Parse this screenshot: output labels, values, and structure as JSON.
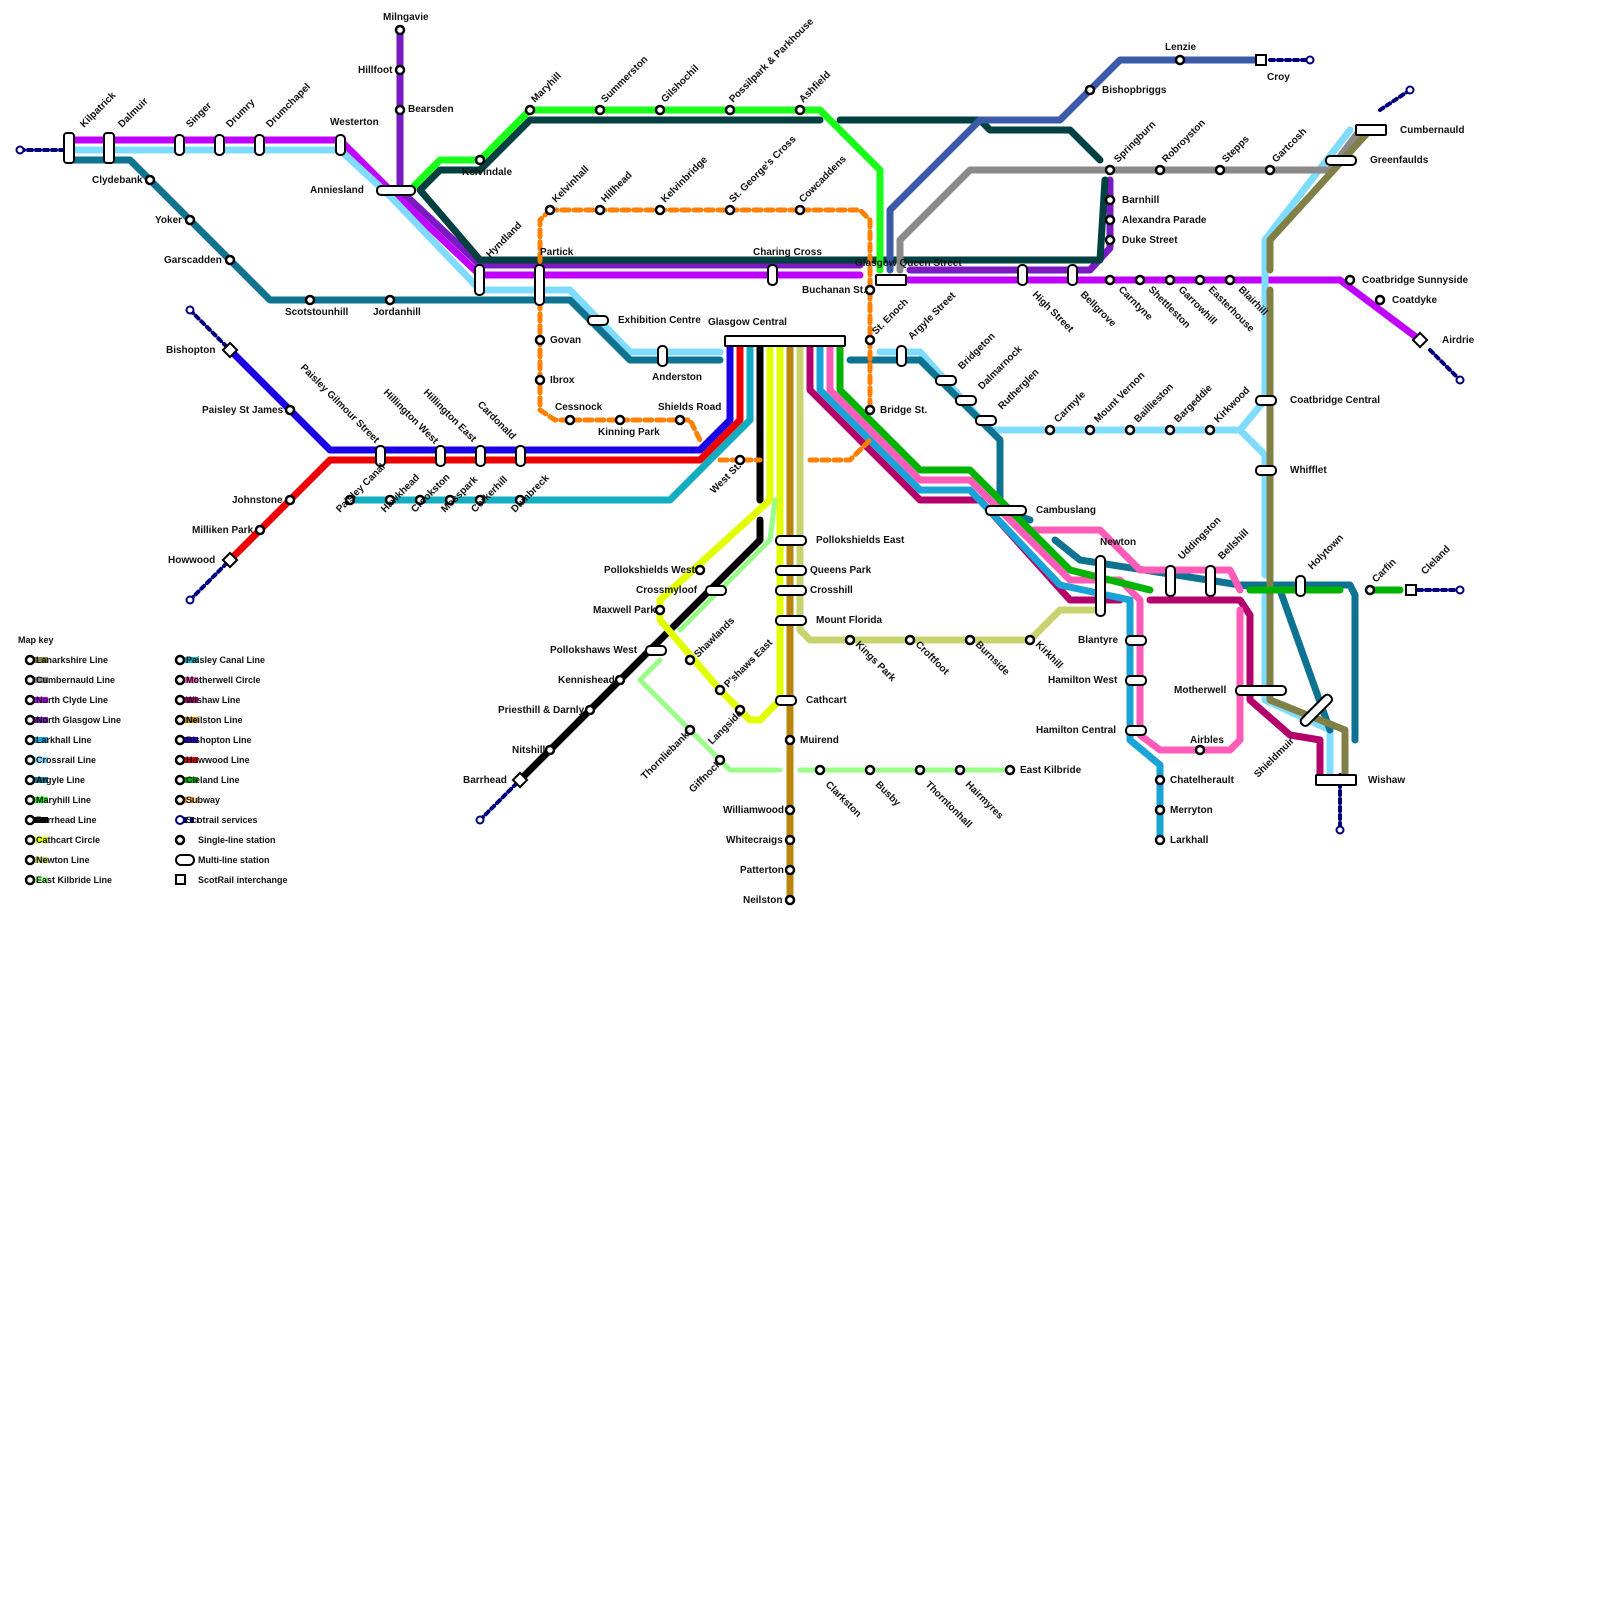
{
  "map": {
    "key_title": "Map key",
    "colors": {
      "lanarkshire": "#7f7f46",
      "cumbernauld": "#8a8a8a",
      "north_clyde": "#c000ff",
      "north_glasgow": "#7b19c2",
      "larkhall": "#1aa3d6",
      "crossrail": "#7fdcff",
      "argyle": "#0e7391",
      "maryhill": "#19ff19",
      "barrhead": "#000000",
      "cathcart": "#e2ff00",
      "newton": "#c9d36d",
      "east_kilbride": "#99ff88",
      "paisley_canal": "#13adc0",
      "motherwell_circle": "#ff5cba",
      "wishaw": "#b3006b",
      "neilston": "#b8860b",
      "bishopton": "#1a00e6",
      "howwood": "#ee0000",
      "cleland": "#00b300",
      "subway": "#ff7f00",
      "scotrail": "#00007a",
      "dark_green": "#004040",
      "cumbernauld_blue": "#3b5aa8"
    },
    "legend": {
      "col1": [
        "Lanarkshire Line",
        "Cumbernauld Line",
        "North Clyde Line",
        "North Glasgow Line",
        "Larkhall Line",
        "Crossrail Line",
        "Argyle Line",
        "Maryhill Line",
        "Barrhead Line",
        "Cathcart Circle",
        "Newton Line",
        "East Kilbride Line"
      ],
      "col2": [
        "Paisley Canal Line",
        "Motherwell Circle",
        "Wishaw Line",
        "Neilston Line",
        "Bishopton Line",
        "Howwood Line",
        "Cleland Line",
        "Subway",
        "Scotrail services",
        "Single-line station",
        "Multi-line station",
        "ScotRail interchange"
      ]
    },
    "labels": {
      "milngavie": "Milngavie",
      "hillfoot": "Hillfoot",
      "bearsden": "Bearsden",
      "kilpatrick": "Kilpatrick",
      "dalmuir": "Dalmuir",
      "singer": "Singer",
      "drumry": "Drumry",
      "drumchapel": "Drumchapel",
      "westerton": "Westerton",
      "anniesland": "Anniesland",
      "clydebank": "Clydebank",
      "yoker": "Yoker",
      "garscadden": "Garscadden",
      "scotstounhill": "Scotstounhill",
      "jordanhill": "Jordanhill",
      "kelvindale": "Kelvindale",
      "maryhill": "Maryhill",
      "summerston": "Summerston",
      "gilshochil": "Gilshochil",
      "possilpark": "Possilpark & Parkhouse",
      "ashfield": "Ashfield",
      "kelvinhall": "Kelvinhall",
      "hillhead": "Hillhead",
      "kelvinbridge": "Kelvinbridge",
      "st_georges": "St. George's Cross",
      "cowcaddens": "Cowcaddens",
      "hyndland": "Hyndland",
      "partick": "Partick",
      "charing_cross": "Charing Cross",
      "queen_street": "Glasgow Queen Street",
      "buchanan": "Buchanan St.",
      "exhibition": "Exhibition Centre",
      "anderston": "Anderston",
      "central": "Glasgow Central",
      "govan": "Govan",
      "ibrox": "Ibrox",
      "cessnock": "Cessnock",
      "kinning_park": "Kinning Park",
      "shields_road": "Shields Road",
      "st_enoch": "St. Enoch",
      "bridge_st": "Bridge St.",
      "west_st": "West St.",
      "argyle_st": "Argyle Street",
      "bridgeton": "Bridgeton",
      "dalmarnock": "Dalmarnock",
      "rutherglen": "Rutherglen",
      "cambuslang": "Cambuslang",
      "lenzie": "Lenzie",
      "croy": "Croy",
      "bishopbriggs": "Bishopbriggs",
      "springburn": "Springburn",
      "robroyston": "Robroyston",
      "stepps": "Stepps",
      "gartcosh": "Gartcosh",
      "greenfaulds": "Greenfaulds",
      "cumbernauld": "Cumbernauld",
      "barnhill": "Barnhill",
      "alexandra_parade": "Alexandra Parade",
      "duke_street": "Duke Street",
      "high_street": "High Street",
      "bellgrove": "Bellgrove",
      "carntyne": "Carntyne",
      "shettleston": "Shettleston",
      "garrowhill": "Garrowhill",
      "easterhouse": "Easterhouse",
      "blairhill": "Blairhill",
      "coatbridge_sunnyside": "Coatbridge Sunnyside",
      "coatdyke": "Coatdyke",
      "airdrie": "Airdrie",
      "coatbridge_central": "Coatbridge Central",
      "whifflet": "Whifflet",
      "carmyle": "Carmyle",
      "mount_vernon": "Mount Vernon",
      "baillieston": "Baillieston",
      "bargeddie": "Bargeddie",
      "kirkwood": "Kirkwood",
      "bishopton": "Bishopton",
      "paisley_st_james": "Paisley St James",
      "paisley_gilmour": "Paisley Gilmour Street",
      "hillington_west": "Hillington West",
      "hillington_east": "Hillington East",
      "cardonald": "Cardonald",
      "johnstone": "Johnstone",
      "milliken_park": "Milliken Park",
      "howwood": "Howwood",
      "paisley_canal": "Paisley Canal",
      "hawkhead": "Hawkhead",
      "crookston": "Crookston",
      "mosspark": "Mosspark",
      "corkerhill": "Corkerhill",
      "dumbreck": "Dumbreck",
      "pollokshields_east": "Pollokshields East",
      "queens_park": "Queens Park",
      "crosshill": "Crosshill",
      "mount_florida": "Mount Florida",
      "cathcart": "Cathcart",
      "pollokshields_west": "Pollokshields West",
      "crossmyloof": "Crossmyloof",
      "maxwell_park": "Maxwell Park",
      "pollokshaws_west": "Pollokshaws West",
      "shawlands": "Shawlands",
      "kennishead": "Kennishead",
      "pshaws_east": "P'shaws East",
      "priesthill": "Priesthill & Darnly",
      "langside": "Langside",
      "thornliebank": "Thornliebank",
      "nitshill": "Nitshill",
      "giffnock": "Giffnock",
      "barrhead": "Barrhead",
      "kings_park": "Kings Park",
      "croftfoot": "Croftfoot",
      "burnside": "Burnside",
      "kirkhill": "Kirkhill",
      "muirend": "Muirend",
      "williamwood": "Williamwood",
      "whitecraigs": "Whitecraigs",
      "patterton": "Patterton",
      "neilston": "Neilston",
      "clarkston": "Clarkston",
      "busby": "Busby",
      "thorntonhall": "Thorntonhall",
      "hairmyres": "Hairmyres",
      "east_kilbride": "East Kilbride",
      "newton": "Newton",
      "uddingston": "Uddingston",
      "bellshill": "Bellshill",
      "holytown": "Holytown",
      "carfin": "Carfin",
      "cleland": "Cleland",
      "blantyre": "Blantyre",
      "hamilton_west": "Hamilton West",
      "hamilton_central": "Hamilton Central",
      "airbles": "Airbles",
      "motherwell": "Motherwell",
      "shieldmuir": "Shieldmuir",
      "wishaw": "Wishaw",
      "chatelherault": "Chatelherault",
      "merryton": "Merryton",
      "larkhall": "Larkhall"
    }
  }
}
